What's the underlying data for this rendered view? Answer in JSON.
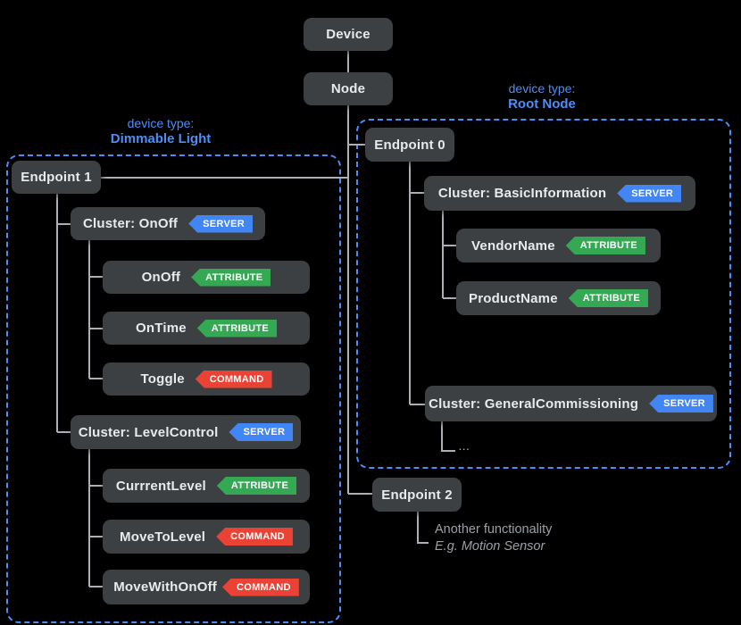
{
  "colors": {
    "background": "#000000",
    "box_fill": "#3c4043",
    "box_text": "#e8eaed",
    "connector": "#aab0b6",
    "accent_blue": "#4d8df6",
    "badge_server": "#4285f4",
    "badge_attribute": "#34a853",
    "badge_command": "#ea4335",
    "muted_text": "#9aa0a6"
  },
  "tree": {
    "device": {
      "label": "Device"
    },
    "node": {
      "label": "Node"
    },
    "root_panel": {
      "title_line1": "device type:",
      "title_line2": "Root Node",
      "endpoint": {
        "label": "Endpoint 0"
      },
      "cluster_basic": {
        "label": "Cluster: BasicInformation",
        "badge": "SERVER"
      },
      "attr_vendor": {
        "label": "VendorName",
        "badge": "ATTRIBUTE"
      },
      "attr_product": {
        "label": "ProductName",
        "badge": "ATTRIBUTE"
      },
      "cluster_commissioning": {
        "label": "Cluster: GeneralCommissioning",
        "badge": "SERVER"
      },
      "ellipsis": "..."
    },
    "dimmable_panel": {
      "title_line1": "device type:",
      "title_line2": "Dimmable Light",
      "endpoint": {
        "label": "Endpoint 1"
      },
      "cluster_onoff": {
        "label": "Cluster: OnOff",
        "badge": "SERVER"
      },
      "attr_onoff": {
        "label": "OnOff",
        "badge": "ATTRIBUTE"
      },
      "attr_ontime": {
        "label": "OnTime",
        "badge": "ATTRIBUTE"
      },
      "cmd_toggle": {
        "label": "Toggle",
        "badge": "COMMAND"
      },
      "cluster_level": {
        "label": "Cluster: LevelControl",
        "badge": "SERVER"
      },
      "attr_currentlevel": {
        "label": "CurrrentLevel",
        "badge": "ATTRIBUTE"
      },
      "cmd_movetolevel": {
        "label": "MoveToLevel",
        "badge": "COMMAND"
      },
      "cmd_movewithonoff": {
        "label": "MoveWithOnOff",
        "badge": "COMMAND"
      }
    },
    "endpoint2": {
      "label": "Endpoint 2",
      "note_line1": "Another functionality",
      "note_line2": "E.g. Motion Sensor"
    }
  }
}
